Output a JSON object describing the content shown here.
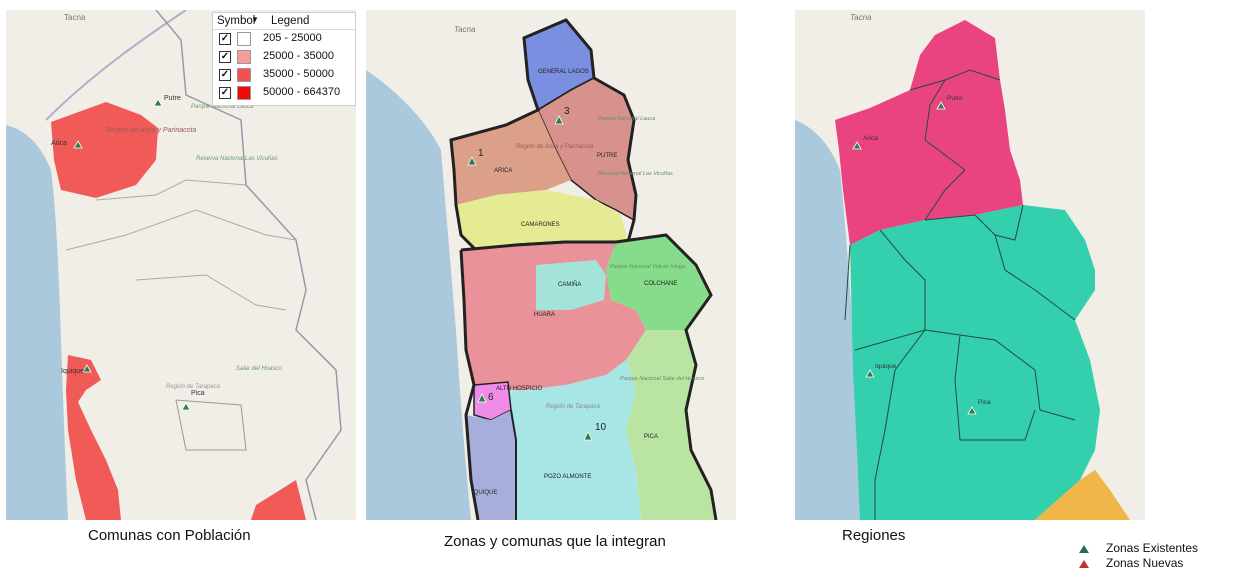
{
  "captions": {
    "map1": "Comunas con Población",
    "map2": "Zonas y comunas que la integran",
    "map3": "Regiones"
  },
  "legend1": {
    "col_symbol": "Symbol",
    "col_legend": "Legend",
    "rows": [
      {
        "range": "205 - 25000",
        "color": "#ffffff"
      },
      {
        "range": "25000 - 35000",
        "color": "#f79b9b"
      },
      {
        "range": "35000 - 50000",
        "color": "#f2504f"
      },
      {
        "range": "50000 - 664370",
        "color": "#ef0b0b"
      }
    ]
  },
  "legend2": {
    "existing_label": "Zonas Existentes",
    "existing_color": "#2e7d4f",
    "new_label": "Zonas Nuevas",
    "new_color": "#c0312b"
  },
  "map1_labels": {
    "tacna": "Tacna",
    "putre": "Putre",
    "arica": "Arica",
    "region": "Región de Arica y Parinacota",
    "parque": "Parque Nacional Lauca",
    "reserva": "Reserva Nacional Las Vicuñas",
    "iquique": "Iquique",
    "pica": "Pica",
    "region2": "Región de Tarapacá",
    "salar": "Salar del Huasco"
  },
  "map2_labels": {
    "tacna": "Tacna",
    "general_lagos": "GENERAL LAGOS",
    "putre": "PUTRE",
    "arica": "ARICA",
    "camarones": "CAMARONES",
    "camina": "CAMIÑA",
    "colchane": "COLCHANE",
    "huara": "HUARA",
    "alto_hospicio": "ALTO HOSPICIO",
    "pica": "PICA",
    "pozo_almonte": "POZO ALMONTE",
    "iquique": "IQUIQUE",
    "region_arica": "Región de Arica y Parinacota",
    "region_tarapaca": "Región de Tarapacá",
    "parque_lauca": "Parque Nacional Lauca",
    "reserva": "Reserva Nacional Las Vicuñas",
    "parque_volcan": "Parque Nacional Volcán Isluga",
    "parque_salar": "Parque Nacional Salar del Huasco",
    "zone_1": "1",
    "zone_3": "3",
    "zone_6": "6",
    "zone_10": "10"
  },
  "map3_labels": {
    "tacna": "Tacna",
    "putre": "Putre",
    "arica": "Arica",
    "iquique": "Iquique",
    "pica": "Pica"
  },
  "colors": {
    "ocean": "#aac9dc",
    "land": "#f2efe9",
    "region_arica": "#e9447f",
    "region_tarapaca": "#34cfad",
    "region_south": "#f0b64a"
  }
}
